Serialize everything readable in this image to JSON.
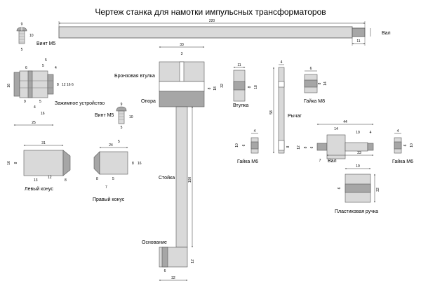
{
  "title": "Чертеж станка для намотки импульсных трансформаторов",
  "colors": {
    "part_fill": "#d9d9d9",
    "part_dark": "#a6a6a6",
    "line": "#555555"
  },
  "labels": {
    "val_top": "Вал",
    "vint_m5_top": "Винт М5",
    "bronze_bushing": "Бронзовая втулка",
    "support": "Опора",
    "vtulka": "Втулка",
    "nut_m8": "Гайка М8",
    "lever": "Рычаг",
    "clamp": "Зажимное устройство",
    "vint_m5_mid": "Винт М5",
    "left_cone": "Левый конус",
    "right_cone": "Правый конус",
    "stand": "Стойка",
    "nut_m6_left": "Гайка М6",
    "val_right": "Вал",
    "nut_m6_right": "Гайка М6",
    "plastic_handle": "Пластиковая ручка",
    "base": "Основание"
  },
  "dims": {
    "val_len": "220",
    "val_end": "11",
    "screw_head": "9",
    "screw_h": "10",
    "screw_w": "5",
    "clamp_w1": "5",
    "clamp_w2": "5",
    "clamp_w3": "6",
    "clamp_w4": "4",
    "clamp_h1": "16",
    "clamp_h2": "8",
    "clamp_h3": "12",
    "clamp_h4": "16",
    "clamp_h5": "6",
    "clamp_b1": "9",
    "clamp_b2": "5",
    "clamp_b3": "4",
    "clamp_b4": "16",
    "clamp_b5": "25",
    "bronze_w": "33",
    "bronze_slot": "3",
    "bronze_h1": "8",
    "bronze_h2": "18",
    "bronze_h3": "32",
    "vt_w": "11",
    "vt_h1": "8",
    "vt_h2": "18",
    "lever_w": "4",
    "lever_h": "58",
    "lever_hole": "8",
    "nut8_w": "6",
    "nut8_h1": "8",
    "nut8_h2": "14",
    "mscrew_a": "9",
    "mscrew_b": "10",
    "mscrew_c": "5",
    "lcone_w": "31",
    "lcone_h1": "16",
    "lcone_h2": "8",
    "lcone_a": "13",
    "lcone_b": "12",
    "lcone_c": "8",
    "rcone_w": "24",
    "rcone_a": "5",
    "rcone_h1": "8",
    "rcone_h2": "16",
    "rcone_b": "8",
    "rcone_c": "5",
    "rcone_d": "7",
    "stand_len": "100",
    "nut6_w": "4",
    "nut6_h1": "10",
    "nut6_h2": "6",
    "shaft_total": "44",
    "shaft_a": "14",
    "shaft_b": "19",
    "shaft_c": "4",
    "shaft_h1": "12",
    "shaft_h2": "8",
    "shaft_h3": "6",
    "shaft_d": "7",
    "shaft_e": "23",
    "nut6r_w": "4",
    "nut6r_h1": "6",
    "nut6r_h2": "10",
    "handle_w": "19",
    "handle_h1": "6",
    "handle_h2": "22",
    "base_slot": "6",
    "base_w": "32",
    "base_h": "12"
  }
}
